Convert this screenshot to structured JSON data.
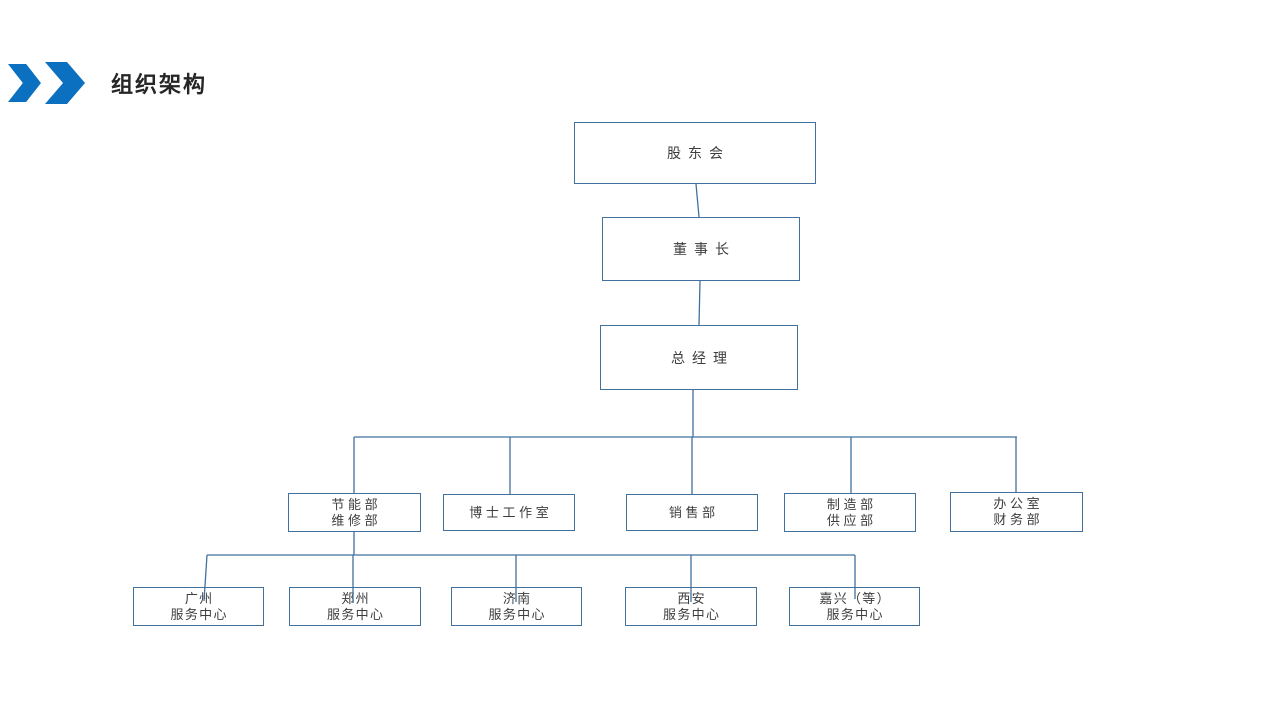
{
  "page": {
    "background_color": "#ffffff"
  },
  "header": {
    "title": "组织架构",
    "accent_color": "#0c70c0",
    "icon": "double-chevron-right-icon"
  },
  "org_chart": {
    "line_color": "#41719c",
    "box_border_color": "#41719c",
    "text_color": "#3d3d3d",
    "nodes": {
      "shareholders": {
        "lines": [
          "股东会"
        ]
      },
      "chairman": {
        "lines": [
          "董事长"
        ]
      },
      "general_manager": {
        "lines": [
          "总经理"
        ]
      },
      "energy_maintenance": {
        "lines": [
          "节能部",
          "维修部"
        ]
      },
      "doctor_studio": {
        "lines": [
          "博士工作室"
        ]
      },
      "sales": {
        "lines": [
          "销售部"
        ]
      },
      "manufacture_supply": {
        "lines": [
          "制造部",
          "供应部"
        ]
      },
      "office_finance": {
        "lines": [
          "办公室",
          "财务部"
        ]
      },
      "guangzhou": {
        "lines": [
          "广州",
          "服务中心"
        ]
      },
      "zhengzhou": {
        "lines": [
          "郑州",
          "服务中心"
        ]
      },
      "jinan": {
        "lines": [
          "济南",
          "服务中心"
        ]
      },
      "xian": {
        "lines": [
          "西安",
          "服务中心"
        ]
      },
      "jiaxing": {
        "lines": [
          "嘉兴（等）",
          "服务中心"
        ]
      }
    },
    "edges": [
      [
        "shareholders",
        "chairman"
      ],
      [
        "chairman",
        "general_manager"
      ],
      [
        "general_manager",
        "energy_maintenance"
      ],
      [
        "general_manager",
        "doctor_studio"
      ],
      [
        "general_manager",
        "sales"
      ],
      [
        "general_manager",
        "manufacture_supply"
      ],
      [
        "general_manager",
        "office_finance"
      ],
      [
        "energy_maintenance",
        "guangzhou"
      ],
      [
        "energy_maintenance",
        "zhengzhou"
      ],
      [
        "energy_maintenance",
        "jinan"
      ],
      [
        "energy_maintenance",
        "xian"
      ],
      [
        "energy_maintenance",
        "jiaxing"
      ]
    ]
  }
}
